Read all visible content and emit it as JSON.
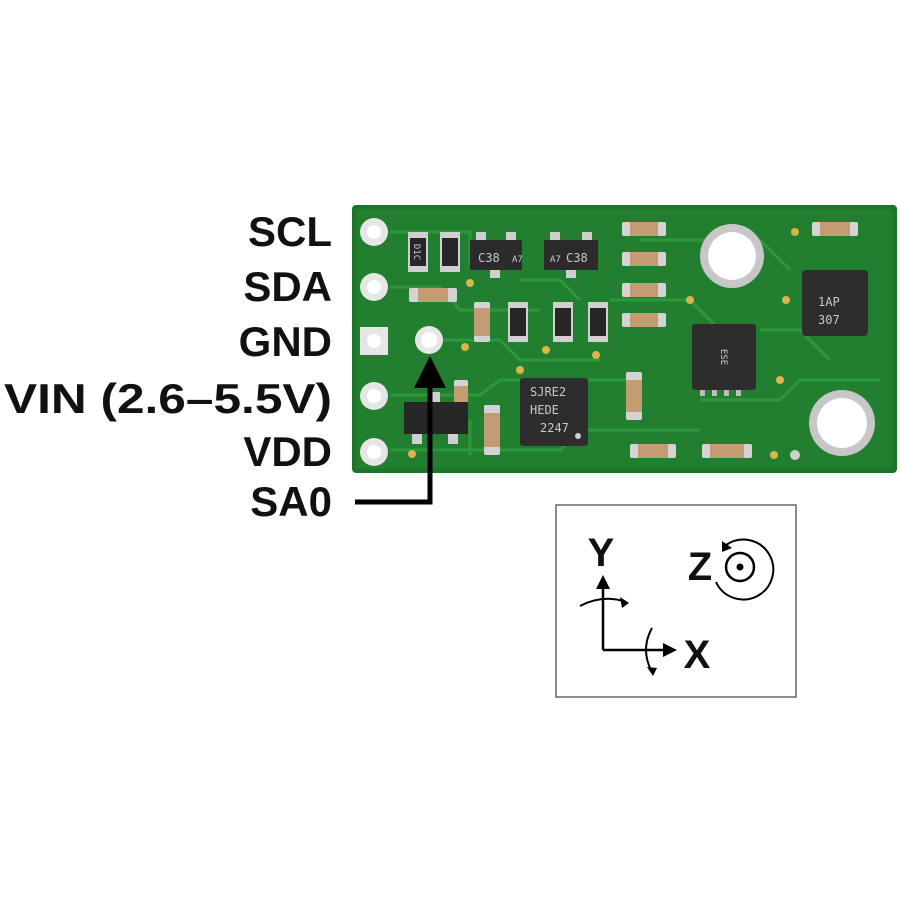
{
  "pin_labels": [
    {
      "key": "scl",
      "text": "SCL"
    },
    {
      "key": "sda",
      "text": "SDA"
    },
    {
      "key": "gnd",
      "text": "GND"
    },
    {
      "key": "vin",
      "text": "VIN (2.6–5.5V)"
    },
    {
      "key": "vdd",
      "text": "VDD"
    }
  ],
  "sa0_label": "SA0",
  "axes": {
    "x": "X",
    "y": "Y",
    "z": "Z"
  },
  "chip_markings": {
    "c38_left": "C38",
    "a7_left": "A7",
    "c38_right": "C38",
    "a7_right": "A7",
    "d1c": "D1C",
    "main_chip_line1": "SJRE2",
    "main_chip_line2": "HEDE",
    "main_chip_line3": "2247",
    "sensor_line1": "1AP",
    "sensor_line2": "307",
    "small_chip": "ESE"
  },
  "colors": {
    "pcb": "#1f7a2c",
    "pcb_dark": "#145c1f",
    "trace": "#2a8f38",
    "pad": "#d9d9d9",
    "chip": "#2a2a2a",
    "capacitor": "#c8a27a",
    "label": "#111111",
    "arrow": "#000000"
  }
}
